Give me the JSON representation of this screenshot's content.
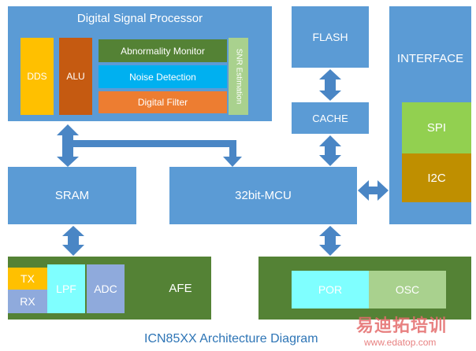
{
  "colors": {
    "blue": "#5b9bd5",
    "arrow": "#4a86c5",
    "dark_green": "#548235",
    "orange": "#ed7d31",
    "dark_orange": "#c55a11",
    "gold": "#ffc000",
    "cyan": "#00b0f0",
    "pale_green": "#a9d18e",
    "lime": "#92d050",
    "brown": "#bf8f00",
    "aqua": "#7fffff",
    "lilac": "#8faadc",
    "title_blue": "#2e75b6"
  },
  "dsp": {
    "title": "Digital Signal Processor",
    "dds": "DDS",
    "alu": "ALU",
    "abnormality_monitor": "Abnormality Monitor",
    "noise_detection": "Noise Detection",
    "digital_filter": "Digital Filter",
    "snr_estimation": "SNR Estimation"
  },
  "flash": "FLASH",
  "cache": "CACHE",
  "interface": {
    "title": "INTERFACE",
    "spi": "SPI",
    "i2c": "I2C"
  },
  "sram": "SRAM",
  "mcu": "32bit-MCU",
  "afe": {
    "title": "AFE",
    "tx": "TX",
    "rx": "RX",
    "lpf": "LPF",
    "adc": "ADC"
  },
  "power": {
    "por": "POR",
    "osc": "OSC"
  },
  "caption": "ICN85XX Architecture Diagram",
  "watermark": {
    "cn": "易迪拓培训",
    "url": "www.edatop.com"
  }
}
